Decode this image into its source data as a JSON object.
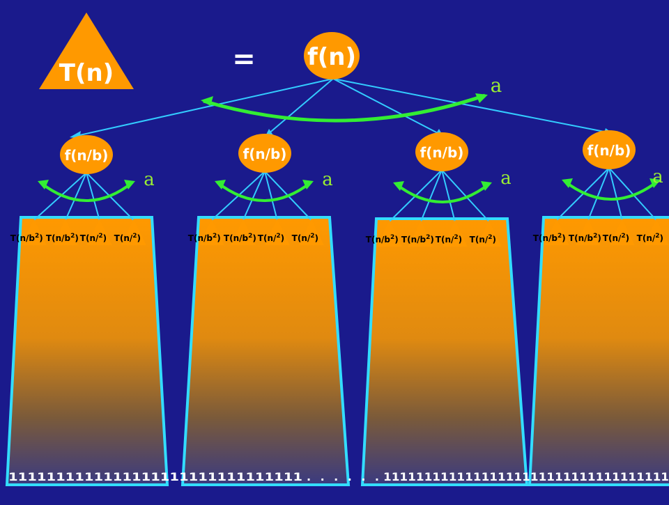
{
  "root_triangle_label": "T(n)",
  "equals_sign": "=",
  "root_node_label": "f(n)",
  "branch_label": "a",
  "child_node_label": "f(n/b)",
  "leaf_labels": [
    "T(n/b",
    "T(n/b",
    "T(n/",
    "T(n/"
  ],
  "leaf_exponent": "2",
  "leaf_close": ")",
  "bottom_ones_left": "1111111111111111111111111111111",
  "bottom_dots": ". . . . . .",
  "bottom_ones_right": "11111111111111111111111111111111111",
  "colors": {
    "background": "#1a1a8c",
    "node_fill": "#ff9900",
    "edge": "#33ccff",
    "arc": "#33ee33",
    "label_text": "#99ee33",
    "node_text": "#ffffff",
    "leaf_text": "#000000",
    "ones_text": "#ffffff"
  }
}
